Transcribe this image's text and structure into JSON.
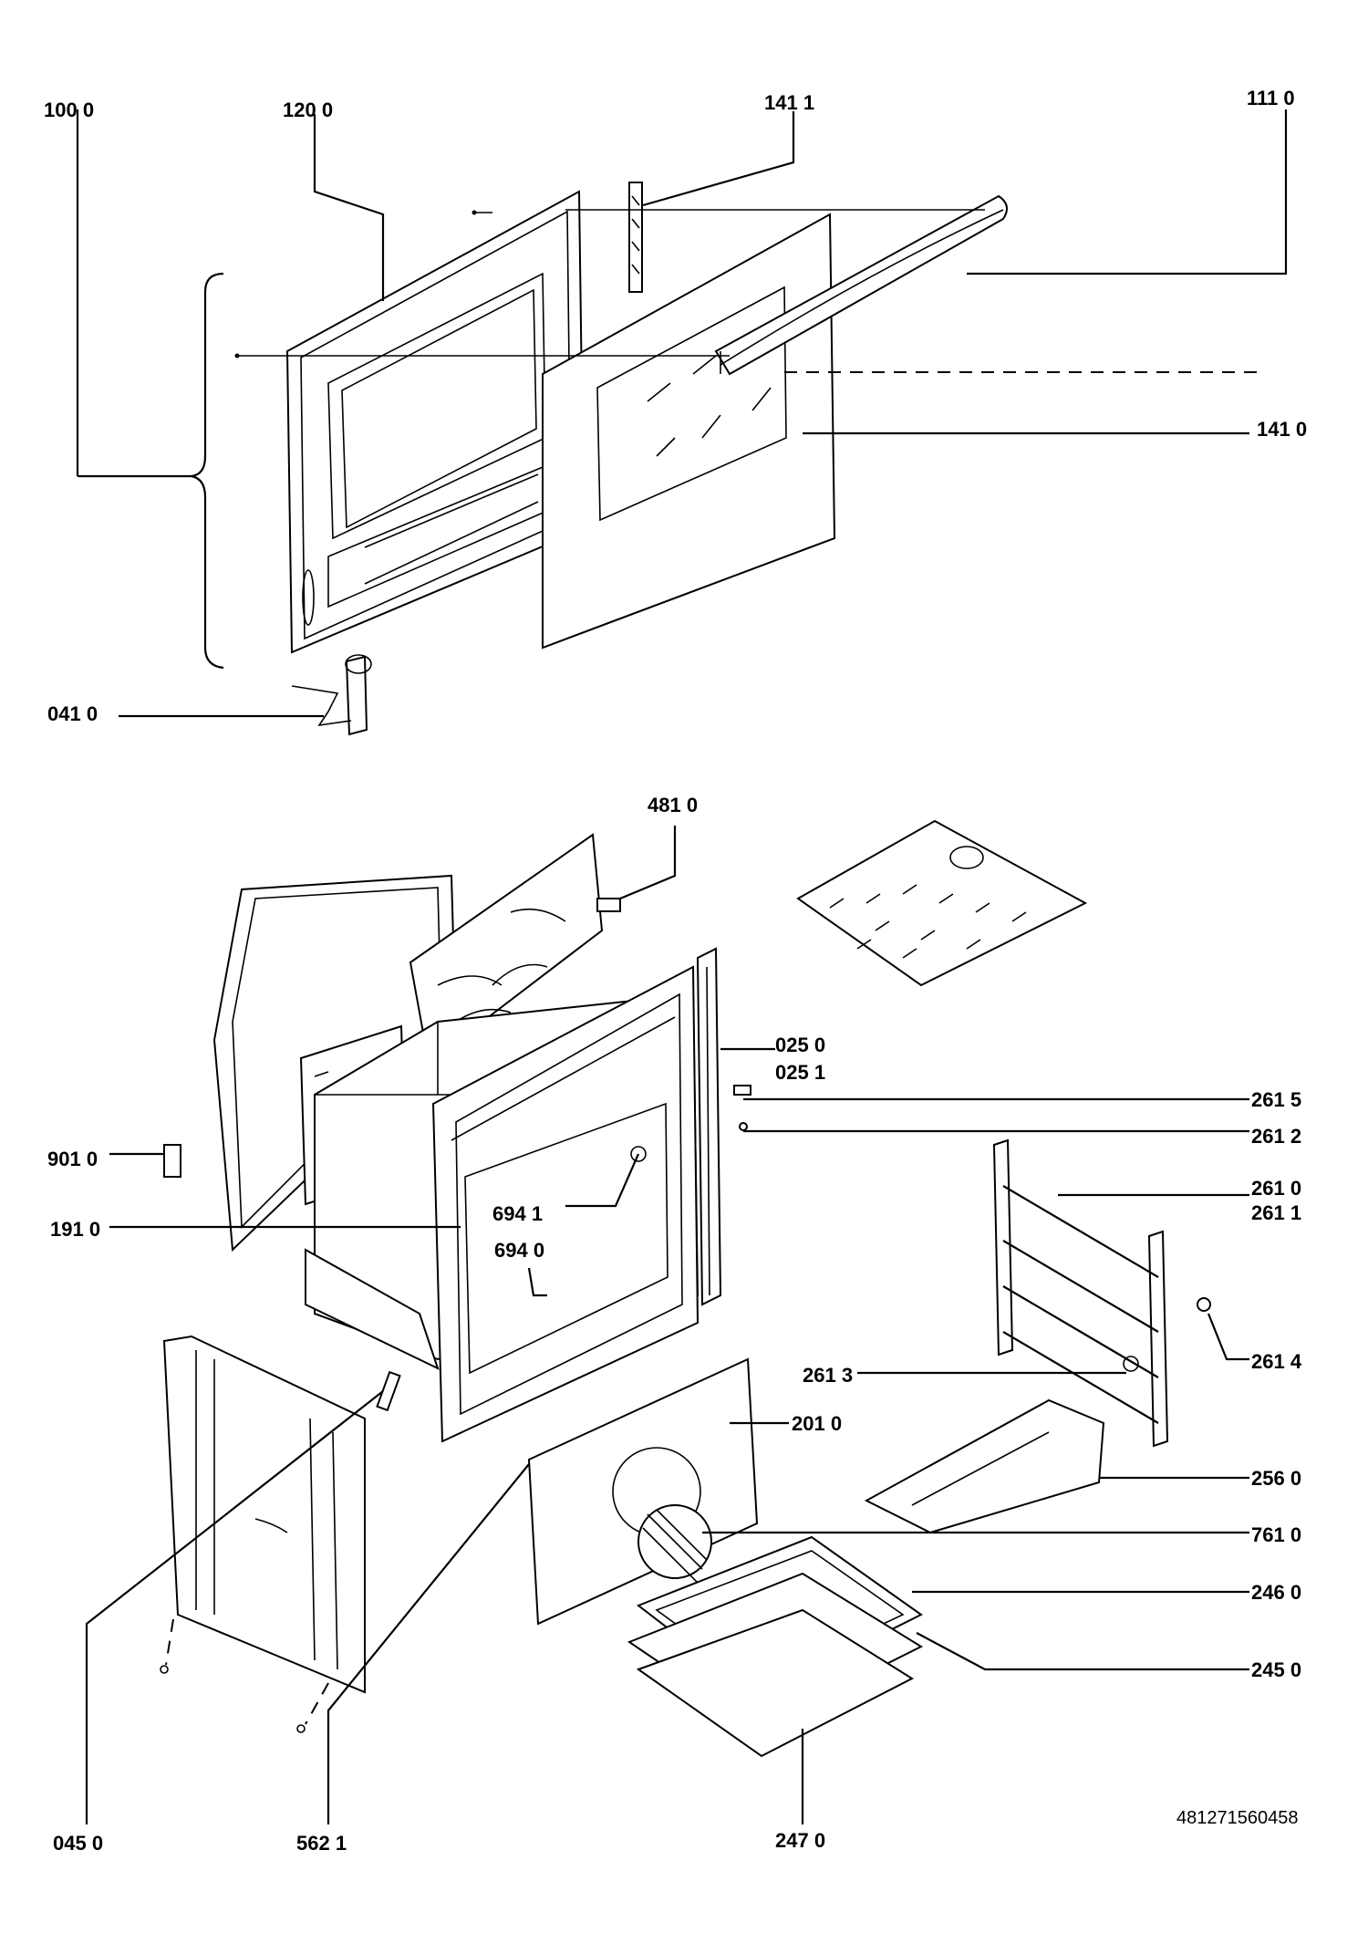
{
  "labels": {
    "l1000": "100 0",
    "l1200": "120 0",
    "l1411": "141 1",
    "l1110": "111 0",
    "l1410": "141 0",
    "l0410": "041 0",
    "l4810": "481 0",
    "l0250": "025 0",
    "l0251": "025 1",
    "l2615": "261 5",
    "l2612": "261 2",
    "l2610": "261 0",
    "l2611": "261 1",
    "l9010": "901 0",
    "l6941": "694 1",
    "l1910": "191 0",
    "l6940": "694 0",
    "l2613": "261 3",
    "l2614": "261 4",
    "l2010": "201 0",
    "l2560": "256 0",
    "l7610": "761 0",
    "l2460": "246 0",
    "l2450": "245 0",
    "l0450": "045 0",
    "l5621": "562 1",
    "l2470": "247 0"
  },
  "document_code": "481271560458"
}
